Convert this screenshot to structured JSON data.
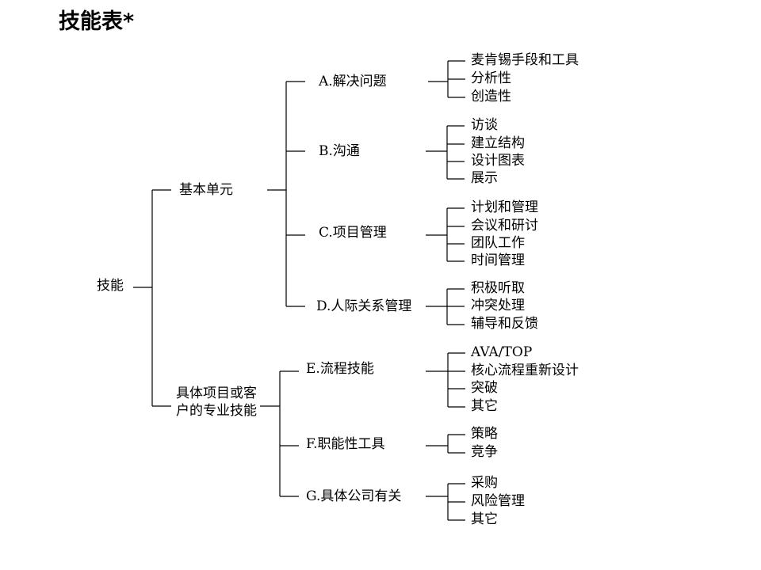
{
  "title": "技能表*",
  "tree": {
    "root": "技能",
    "level1": [
      {
        "label": "基本单元",
        "children": [
          {
            "label": "A.解决问题",
            "items": [
              "麦肯锡手段和工具",
              "分析性",
              "创造性"
            ]
          },
          {
            "label": "B.沟通",
            "items": [
              "访谈",
              "建立结构",
              "设计图表",
              "展示"
            ]
          },
          {
            "label": "C.项目管理",
            "items": [
              "计划和管理",
              "会议和研讨",
              "团队工作",
              "时间管理"
            ]
          },
          {
            "label": "D.人际关系管理",
            "items": [
              "积极听取",
              "冲突处理",
              "辅导和反馈"
            ]
          }
        ]
      },
      {
        "label": "具体项目或客户的专业技能",
        "children": [
          {
            "label": "E.流程技能",
            "items": [
              "AVA/TOP",
              "核心流程重新设计",
              "突破",
              "其它"
            ]
          },
          {
            "label": "F.职能性工具",
            "items": [
              "策略",
              "竞争"
            ]
          },
          {
            "label": "G.具体公司有关",
            "items": [
              "采购",
              "风险管理",
              "其它"
            ]
          }
        ]
      }
    ]
  }
}
